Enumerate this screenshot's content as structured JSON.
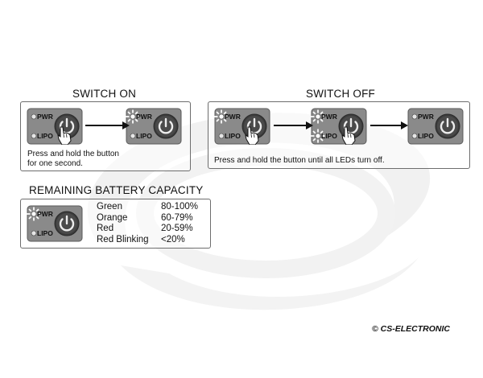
{
  "sections": {
    "switch_on": {
      "title": "SWITCH ON",
      "caption_line1": "Press and hold the button",
      "caption_line2": "for one second."
    },
    "switch_off": {
      "title": "SWITCH OFF",
      "caption": "Press and hold the button until all LEDs turn off."
    },
    "battery": {
      "title": "REMAINING BATTERY CAPACITY",
      "rows": [
        {
          "color": "Green",
          "range": "80-100%"
        },
        {
          "color": "Orange",
          "range": "60-79%"
        },
        {
          "color": "Red",
          "range": "20-59%"
        },
        {
          "color": "Red Blinking",
          "range": "<20%"
        }
      ]
    }
  },
  "device": {
    "pwr_label": "PWR",
    "lipo_label": "LIPO"
  },
  "copyright": "© CS-ELECTRONIC",
  "colors": {
    "device_body": "#8a8a8a",
    "device_dark": "#3c3c3c",
    "panel_border": "#6d6d6d",
    "watermark": "#eeeeee"
  },
  "icons": {
    "power": "power-button-icon",
    "hand": "pointing-hand-icon",
    "led_lit": "led-lit-icon",
    "arrow": "arrow-right-icon"
  }
}
